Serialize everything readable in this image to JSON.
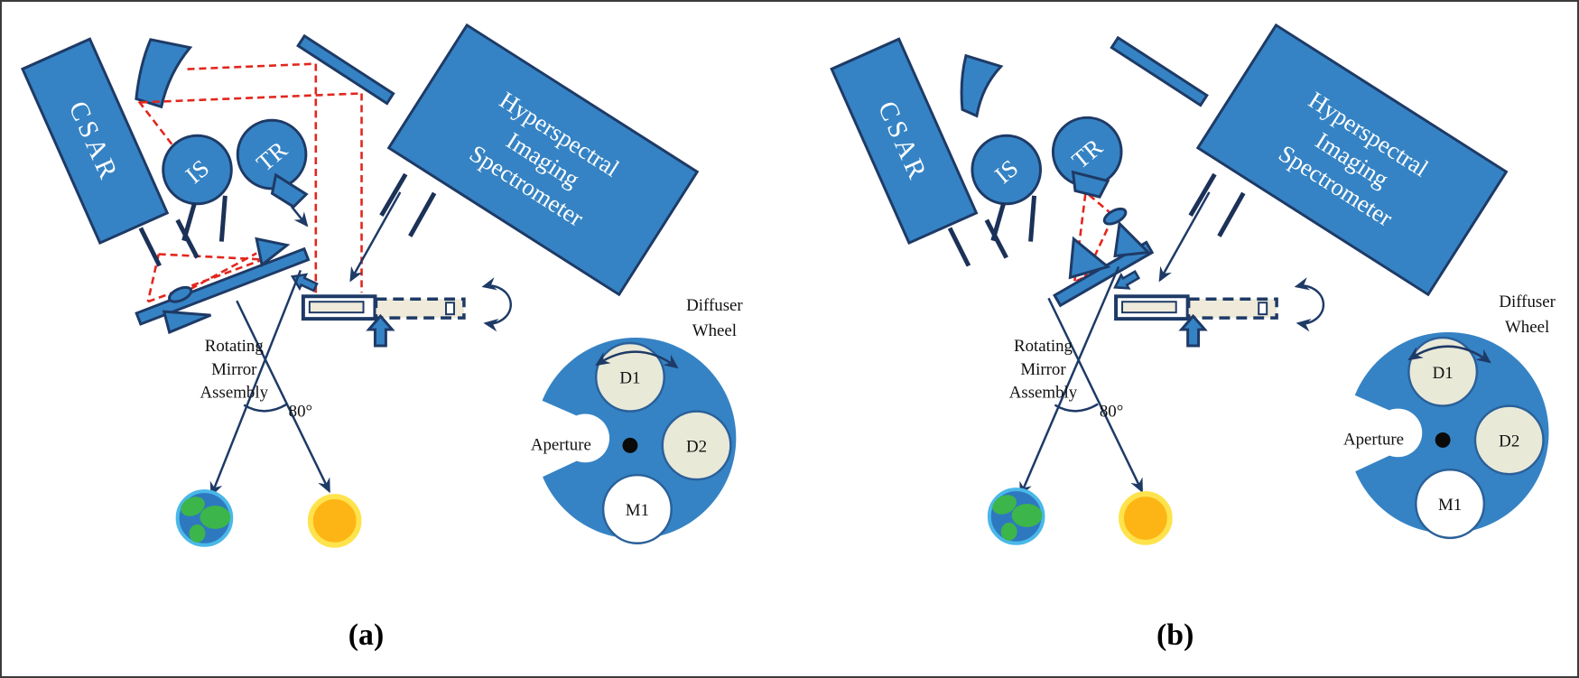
{
  "figure": {
    "background": "#ffffff",
    "border_color": "#3c3c3c"
  },
  "colors": {
    "component_blue": "#3583c4",
    "outline_navy": "#1e3a66",
    "beam_red": "#e3261d",
    "slide_cream": "#efead9",
    "sun_core": "#fdb515",
    "sun_rim": "#ffe34d",
    "earth_ocean": "#2e78c0",
    "earth_land": "#3cb54a",
    "earth_rim": "#4ab8e8",
    "label_ink": "#111111",
    "wheel_slot_cream": "#e9e9d8",
    "wheel_slot_white": "#ffffff",
    "center_dot_black": "#0a0a0a"
  },
  "panel_a": {
    "caption": "(a)",
    "labels": {
      "csar": "CSAR",
      "integrating_sphere": "IS",
      "transfer_radiometer": "TR",
      "spectrometer_lines": [
        "Hyperspectral",
        "Imaging",
        "Spectrometer"
      ],
      "rotating_mirror_lines": [
        "Rotating",
        "Mirror",
        "Assembly"
      ],
      "angle": "80°",
      "aperture": "Aperture",
      "diffuser_wheel_lines": [
        "Diffuser",
        "Wheel"
      ],
      "slot_d1": "D1",
      "slot_d2": "D2",
      "slot_m1": "M1"
    }
  },
  "panel_b": {
    "caption": "(b)",
    "labels": {
      "csar": "CSAR",
      "integrating_sphere": "IS",
      "transfer_radiometer": "TR",
      "spectrometer_lines": [
        "Hyperspectral",
        "Imaging",
        "Spectrometer"
      ],
      "rotating_mirror_lines": [
        "Rotating",
        "Mirror",
        "Assembly"
      ],
      "angle": "80°",
      "aperture": "Aperture",
      "diffuser_wheel_lines": [
        "Diffuser",
        "Wheel"
      ],
      "slot_d1": "D1",
      "slot_d2": "D2",
      "slot_m1": "M1"
    }
  }
}
